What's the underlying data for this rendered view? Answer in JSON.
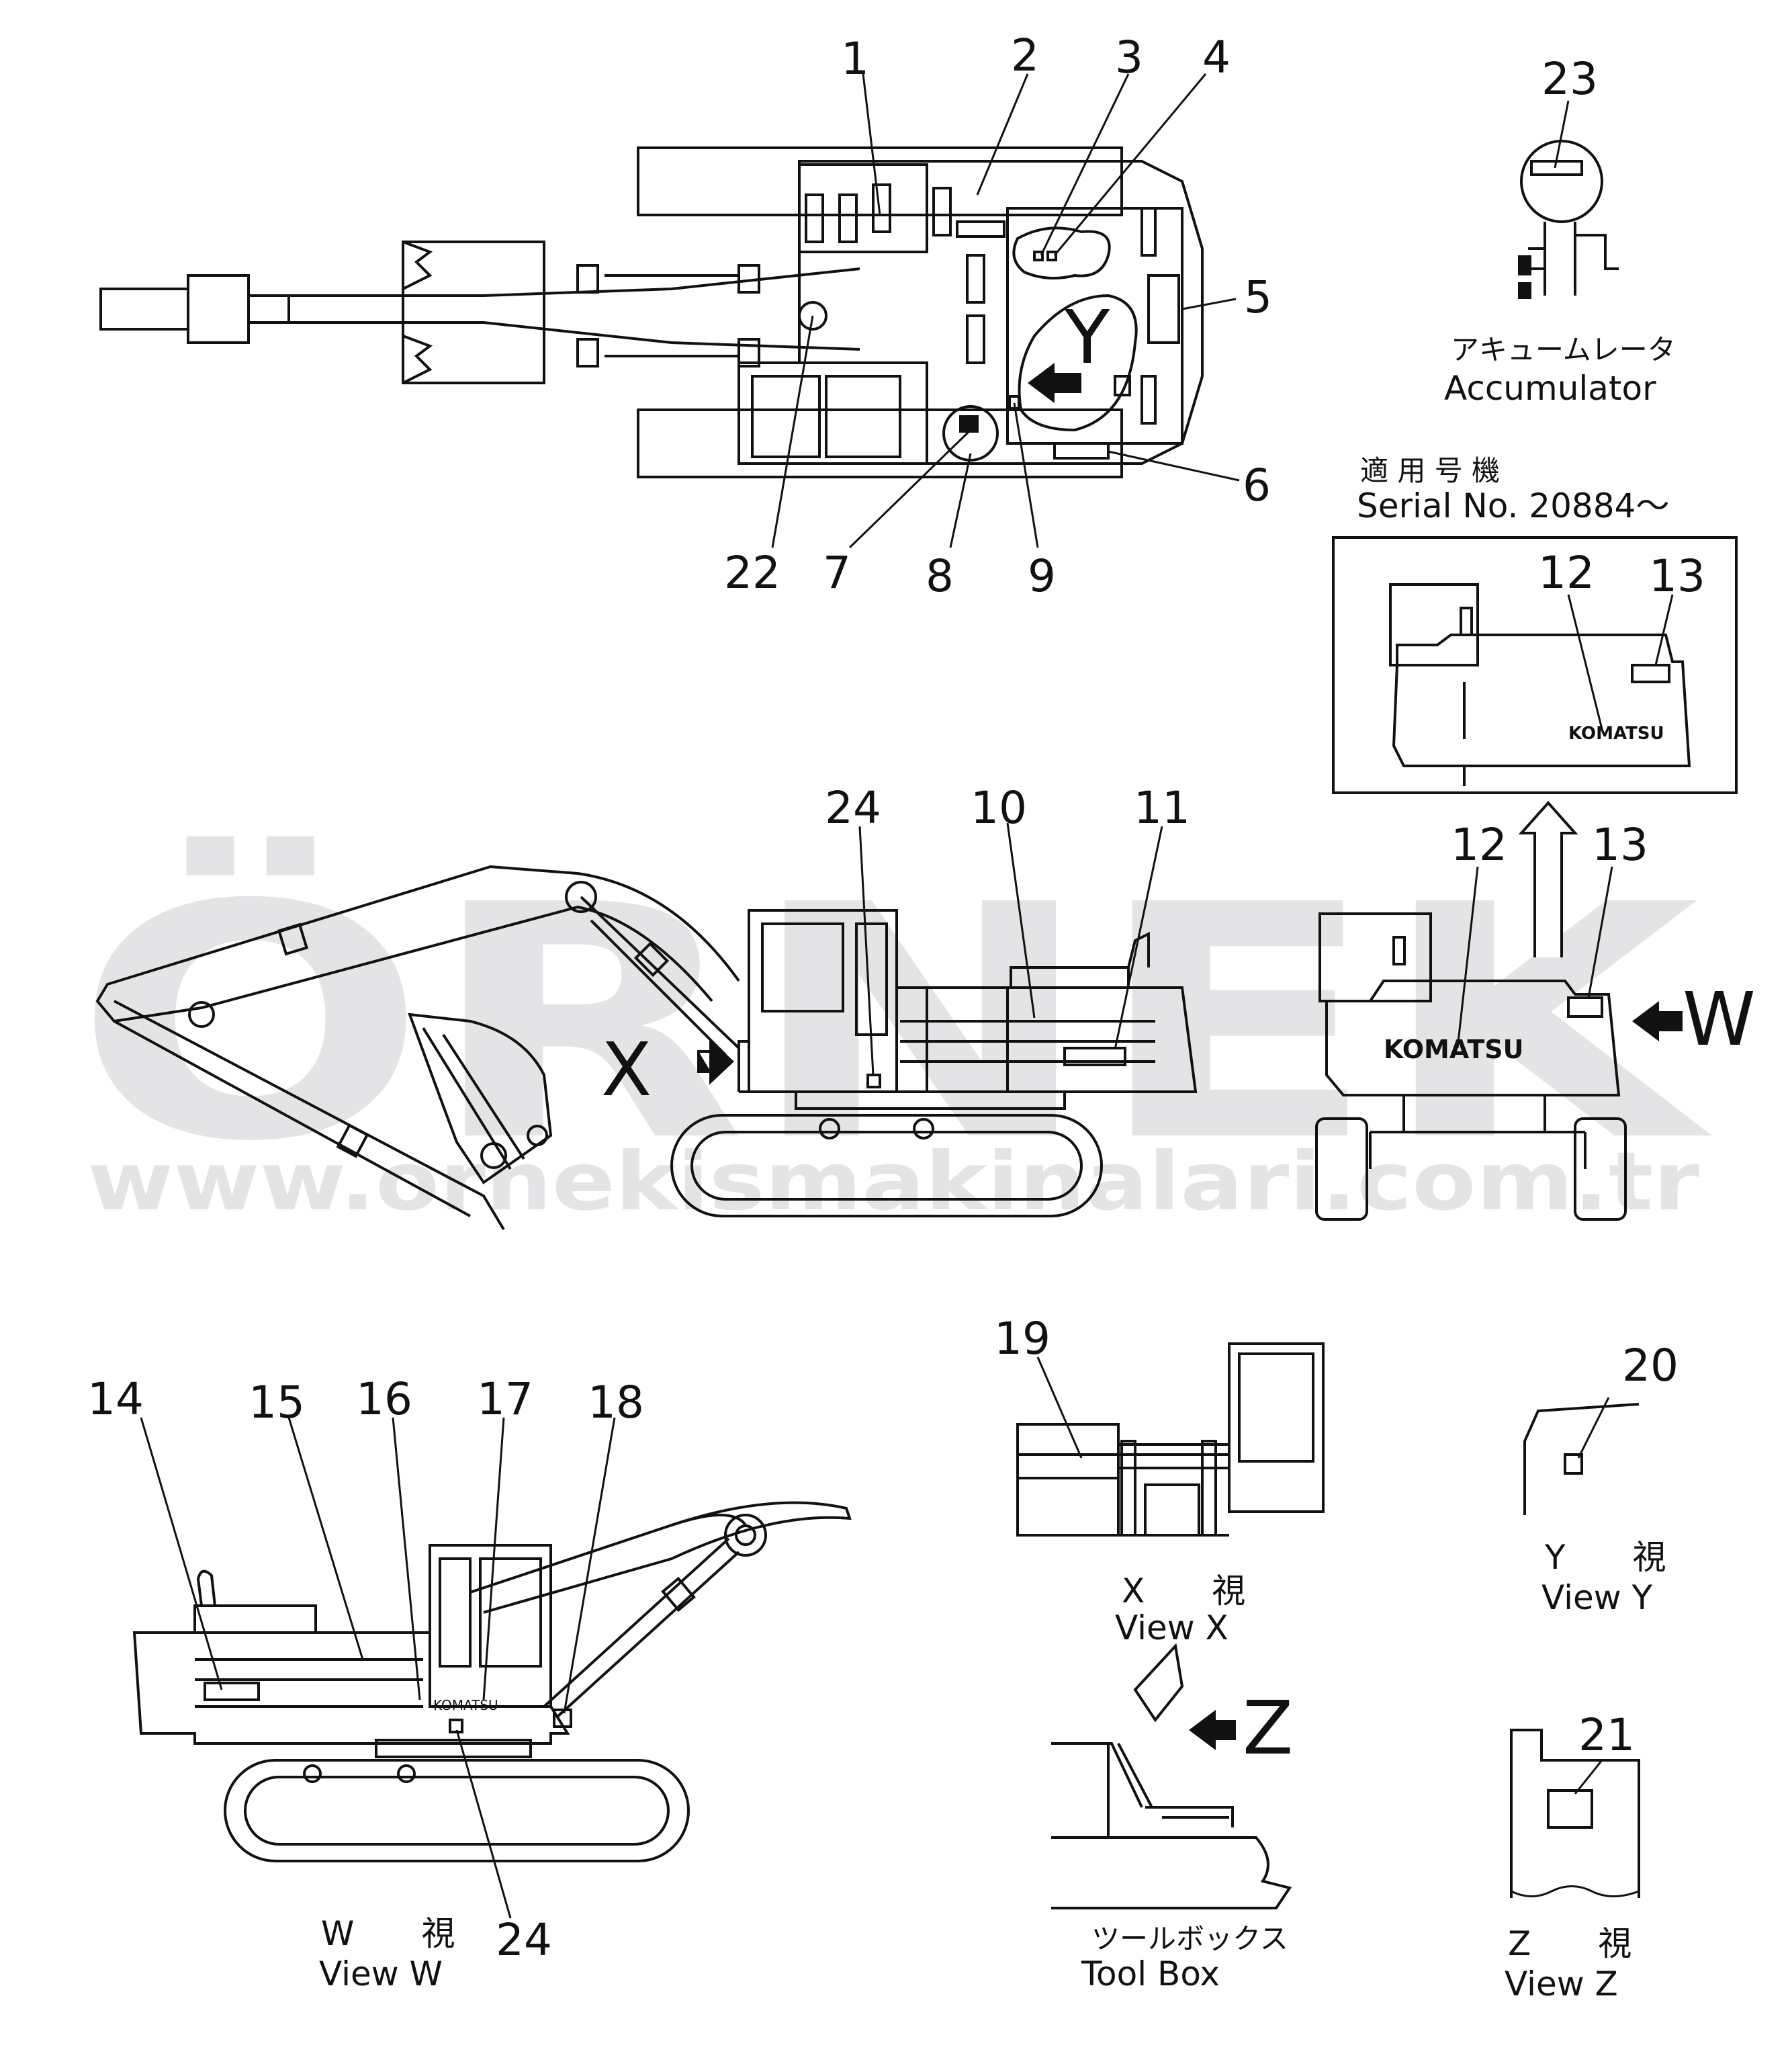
{
  "watermark": {
    "brand": "ÖRNEK",
    "url": "www.ornekismakinalari.com.tr",
    "color_gray": "#e4e4e6",
    "color_accent": "#f5d66a"
  },
  "colors": {
    "ink": "#111111",
    "background": "#ffffff"
  },
  "callouts": {
    "top": [
      "1",
      "2",
      "3",
      "4",
      "5",
      "6",
      "22",
      "7",
      "8",
      "9"
    ],
    "side": [
      "24",
      "10",
      "11"
    ],
    "rear": [
      "12",
      "13"
    ],
    "inset": [
      "12",
      "13"
    ],
    "view_w": [
      "14",
      "15",
      "16",
      "17",
      "18",
      "24"
    ],
    "accumulator": "23",
    "view_x": "19",
    "view_y": "20",
    "view_z": "21"
  },
  "view_markers": {
    "y": "Y",
    "x": "X",
    "w": "W",
    "z": "Z"
  },
  "brand_marks": {
    "rear_decal": "KOMATSU",
    "inset_decal": "KOMATSU",
    "side_decal": "KOMATSU"
  },
  "accumulator": {
    "label_jp": "アキュームレータ",
    "label_en": "Accumulator"
  },
  "serial": {
    "label_jp": "適 用 号 機",
    "label_en": "Serial  No. 20884～"
  },
  "captions": {
    "view_x": {
      "jp": "X　　視",
      "en": "View  X"
    },
    "view_y": {
      "jp": "Y　　視",
      "en": "View  Y"
    },
    "view_z": {
      "jp": "Z　　視",
      "en": "View  Z"
    },
    "view_w": {
      "jp": "W　　視",
      "en": "View  W"
    },
    "tool_box": {
      "jp": "ツールボックス",
      "en": "Tool  Box"
    }
  }
}
